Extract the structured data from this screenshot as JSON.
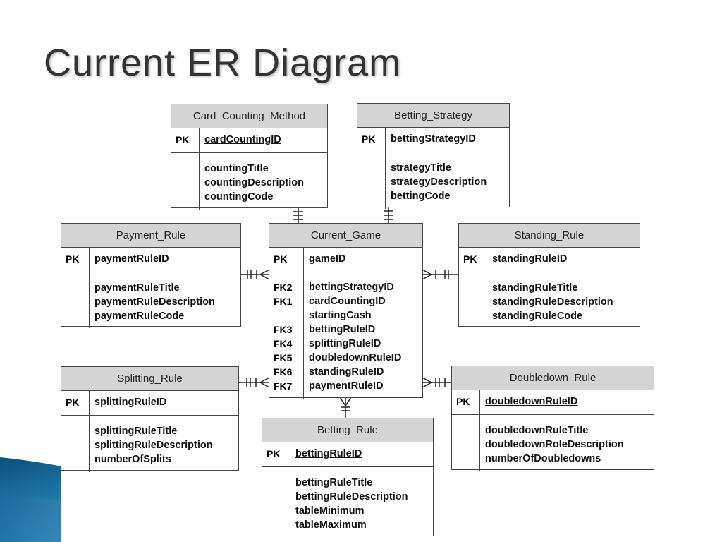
{
  "slide": {
    "title": "Current ER Diagram"
  },
  "entities": {
    "card_counting_method": {
      "name": "Card_Counting_Method",
      "pk_label": "PK",
      "pk": "cardCountingID",
      "attrs": [
        "countingTitle",
        "countingDescription",
        "countingCode"
      ]
    },
    "betting_strategy": {
      "name": "Betting_Strategy",
      "pk_label": "PK",
      "pk": "bettingStrategyID",
      "attrs": [
        "strategyTitle",
        "strategyDescription",
        "bettingCode"
      ]
    },
    "payment_rule": {
      "name": "Payment_Rule",
      "pk_label": "PK",
      "pk": "paymentRuleID",
      "attrs": [
        "paymentRuleTitle",
        "paymentRuleDescription",
        "paymentRuleCode"
      ]
    },
    "current_game": {
      "name": "Current_Game",
      "pk_label": "PK",
      "pk": "gameID",
      "fk_labels": [
        "FK2",
        "FK1",
        "",
        "FK3",
        "FK4",
        "FK5",
        "FK6",
        "FK7"
      ],
      "attrs": [
        "bettingStrategyID",
        "cardCountingID",
        "startingCash",
        "bettingRuleID",
        "splittingRuleID",
        "doubledownRuleID",
        "standingRuleID",
        "paymentRuleID"
      ]
    },
    "standing_rule": {
      "name": "Standing_Rule",
      "pk_label": "PK",
      "pk": "standingRuleID",
      "attrs": [
        "standingRuleTitle",
        "standingRuleDescription",
        "standingRuleCode"
      ]
    },
    "splitting_rule": {
      "name": "Splitting_Rule",
      "pk_label": "PK",
      "pk": "splittingRuleID",
      "attrs": [
        "splittingRuleTitle",
        "splittingRuleDescription",
        "numberOfSplits"
      ]
    },
    "doubledown_rule": {
      "name": "Doubledown_Rule",
      "pk_label": "PK",
      "pk": "doubledownRuleID",
      "attrs": [
        "doubledownRuleTitle",
        "doubledownRoleDescription",
        "numberOfDoubledowns"
      ]
    },
    "betting_rule": {
      "name": "Betting_Rule",
      "pk_label": "PK",
      "pk": "bettingRuleID",
      "attrs": [
        "bettingRuleTitle",
        "bettingRuleDescription",
        "tableMinimum",
        "tableMaximum"
      ]
    }
  },
  "colors": {
    "header_fill": "#d4d4d4",
    "border": "#444444",
    "title_text": "#333333",
    "accent_blue": "#2a8fc6"
  }
}
